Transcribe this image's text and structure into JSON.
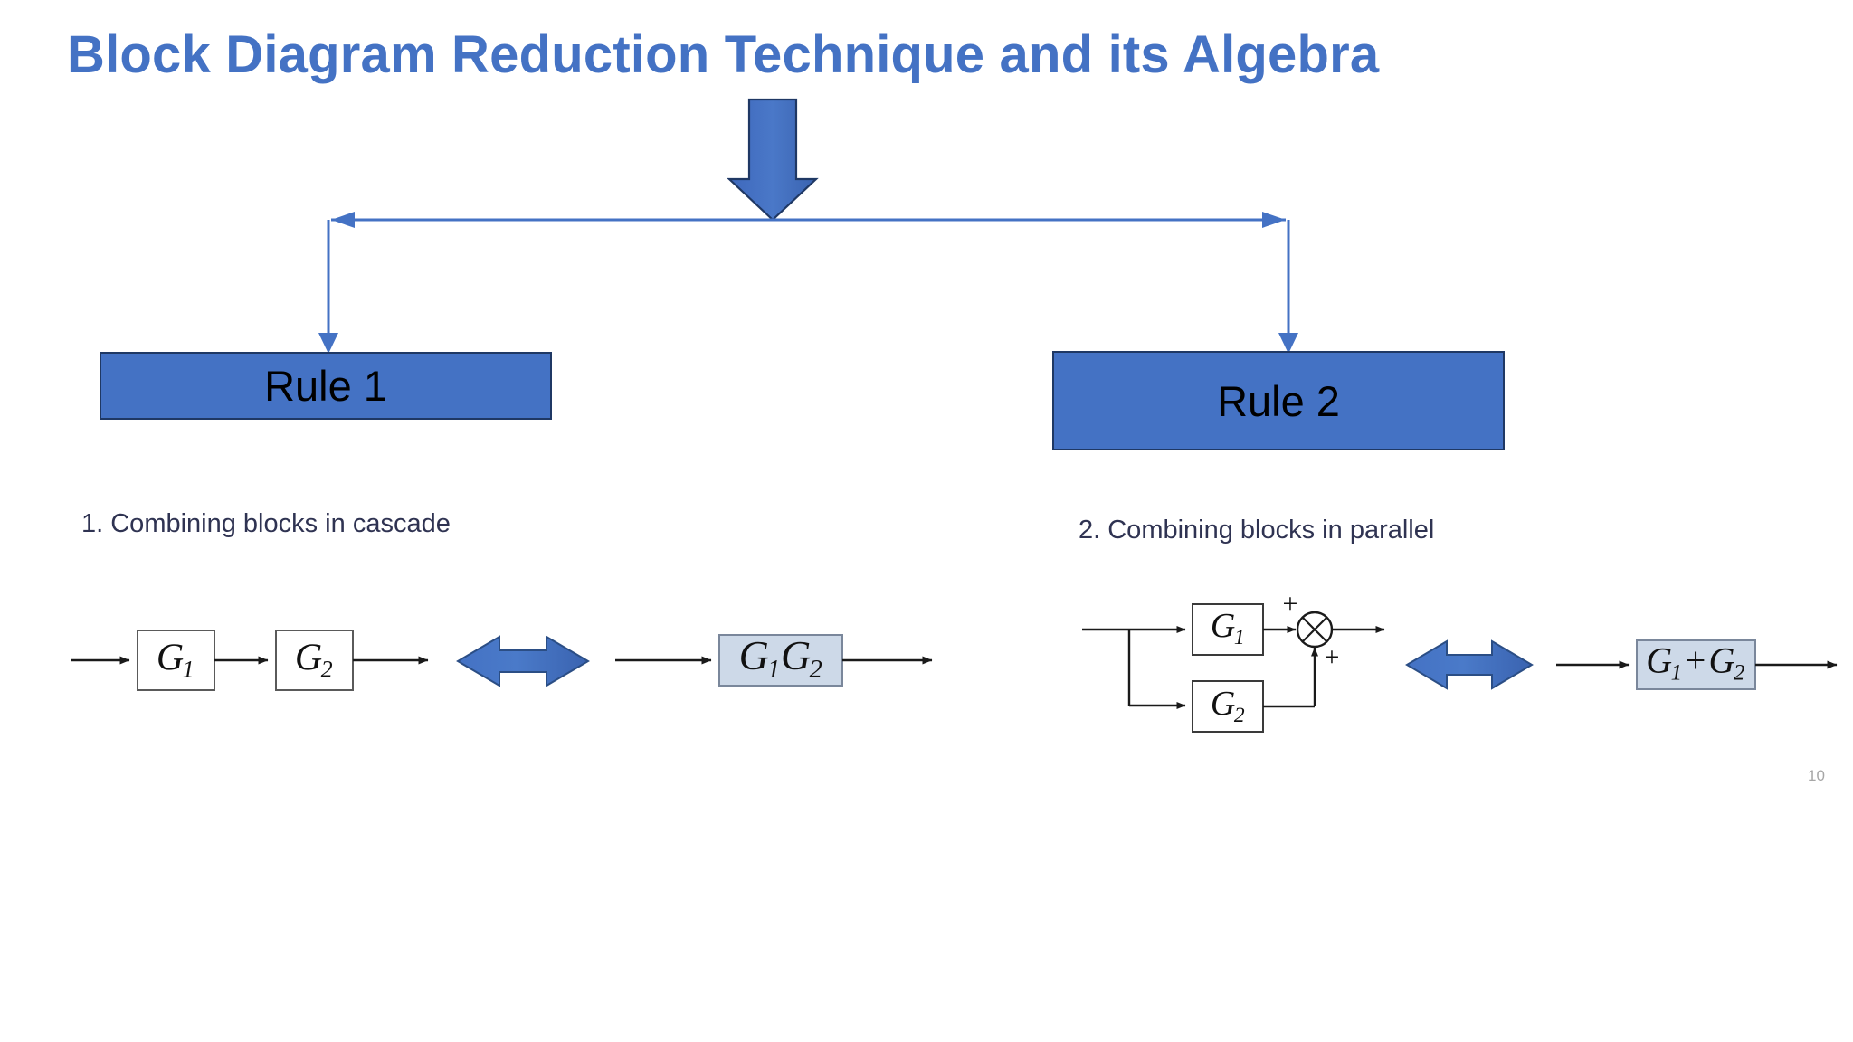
{
  "slide": {
    "title": "Block Diagram Reduction Technique and its Algebra",
    "page_number": "10",
    "background_color": "#FFFFFF",
    "title_color": "#4472C4"
  },
  "flow": {
    "down_arrow_name": "down-block-arrow",
    "connector_name": "double-headed-connector",
    "branch_color": "#4472C4"
  },
  "rules": [
    {
      "id": "rule-1",
      "label": "Rule 1",
      "fill": "#4472C4",
      "border": "#1F3864",
      "text_color": "#000000"
    },
    {
      "id": "rule-2",
      "label": "Rule 2",
      "fill": "#4472C4",
      "border": "#1F3864",
      "text_color": "#000000"
    }
  ],
  "sections": [
    {
      "id": "cascade",
      "caption": "1. Combining blocks in cascade",
      "caption_color": "#2F3352",
      "left_diagram": {
        "blocks": [
          {
            "name": "block-g1",
            "base": "G",
            "subscript": "1",
            "fill": "#FFFFFF",
            "border": "#5A5A5A"
          },
          {
            "name": "block-g2",
            "base": "G",
            "subscript": "2",
            "fill": "#FFFFFF",
            "border": "#5A5A5A"
          }
        ],
        "topology": "series"
      },
      "equivalence_arrow": "double-headed-block-arrow",
      "right_diagram": {
        "blocks": [
          {
            "name": "block-g1g2",
            "expression": "G1G2",
            "fill": "#CDD9E8",
            "border": "#7A879B"
          }
        ],
        "topology": "single"
      }
    },
    {
      "id": "parallel",
      "caption": "2. Combining blocks in parallel",
      "caption_color": "#2F3352",
      "left_diagram": {
        "blocks": [
          {
            "name": "block-g1",
            "base": "G",
            "subscript": "1",
            "fill": "#FFFFFF",
            "border": "#3A3A3A"
          },
          {
            "name": "block-g2",
            "base": "G",
            "subscript": "2",
            "fill": "#FFFFFF",
            "border": "#3A3A3A"
          }
        ],
        "summing_junction": {
          "name": "summing-junction",
          "signs": [
            "+",
            "+"
          ],
          "style": "circle-with-cross"
        },
        "topology": "parallel"
      },
      "equivalence_arrow": "double-headed-block-arrow",
      "right_diagram": {
        "blocks": [
          {
            "name": "block-g1-plus-g2",
            "expression": "G1 + G2",
            "fill": "#CDD9E8",
            "border": "#7A879B"
          }
        ],
        "topology": "single"
      }
    }
  ],
  "labels": {
    "g": "G",
    "one": "1",
    "two": "2",
    "plus": "+"
  }
}
